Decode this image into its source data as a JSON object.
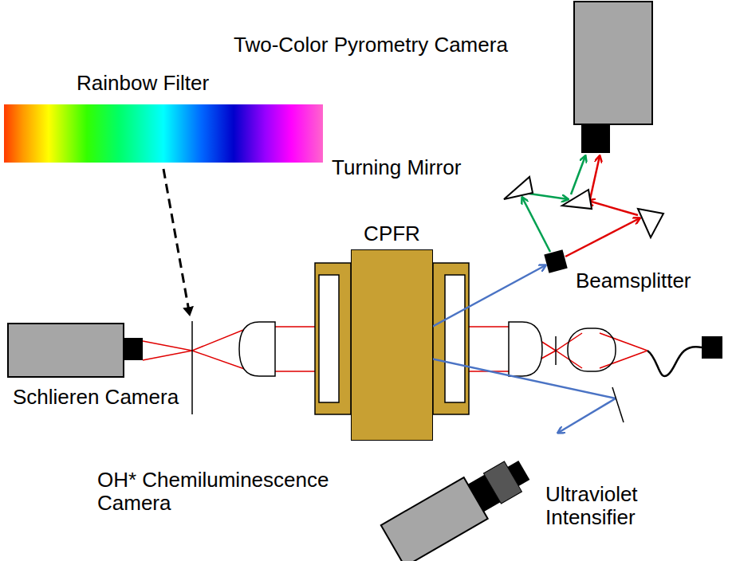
{
  "diagram": {
    "nodes": [
      {
        "text": [
          "CPFR"
        ]
      }
    ],
    "labels": [
      "Two-Color Pyrometry Camera",
      "Rainbow Filter",
      "Turning Mirror",
      "Beamsplitter",
      "Schlieren Camera",
      "OH* Chemiluminescence Camera",
      "Ultraviolet Intensifier"
    ]
  }
}
